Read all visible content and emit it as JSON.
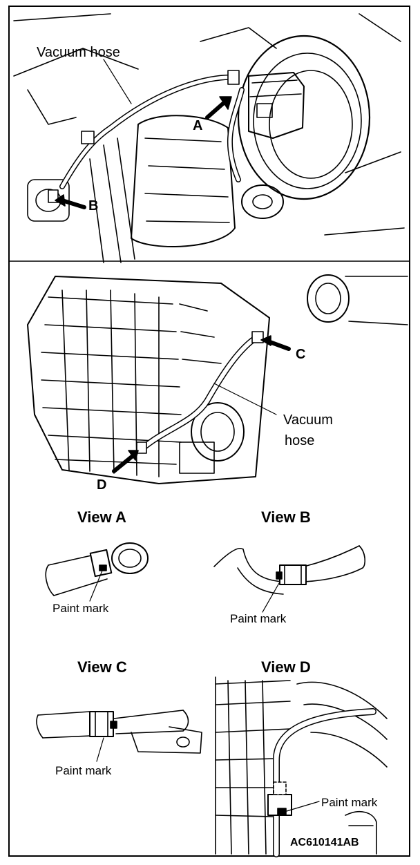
{
  "top_panel": {
    "vacuum_hose_label": "Vacuum hose",
    "callout_a": "A",
    "callout_b": "B"
  },
  "middle_panel": {
    "callout_c": "C",
    "callout_d": "D",
    "vacuum_hose_line1": "Vacuum",
    "vacuum_hose_line2": "hose"
  },
  "views": {
    "view_a": {
      "title": "View A",
      "note": "Paint mark"
    },
    "view_b": {
      "title": "View B",
      "note": "Paint mark"
    },
    "view_c": {
      "title": "View C",
      "note": "Paint mark"
    },
    "view_d": {
      "title": "View D",
      "note": "Paint mark"
    }
  },
  "figure_code": "AC610141AB"
}
